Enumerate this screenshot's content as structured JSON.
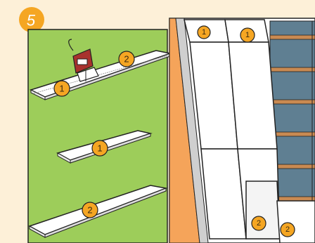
{
  "step_number": "5",
  "panels": {
    "left": {
      "boards": [
        {
          "label": "1",
          "secondary_label": "2"
        },
        {
          "label": "1"
        },
        {
          "label": "2"
        }
      ]
    },
    "right": {
      "tile_labels": [
        "1",
        "1",
        "2",
        "2"
      ]
    }
  },
  "colors": {
    "background": "#fdf0d8",
    "green_panel": "#9dcd5a",
    "badge": "#f5a623",
    "roof_orange": "#f5a45a",
    "window_blue": "#5f7f92",
    "rafter": "#c98a52",
    "jigsaw": "#a8322d",
    "outline": "#222222"
  },
  "icons": [
    "jigsaw-icon"
  ]
}
